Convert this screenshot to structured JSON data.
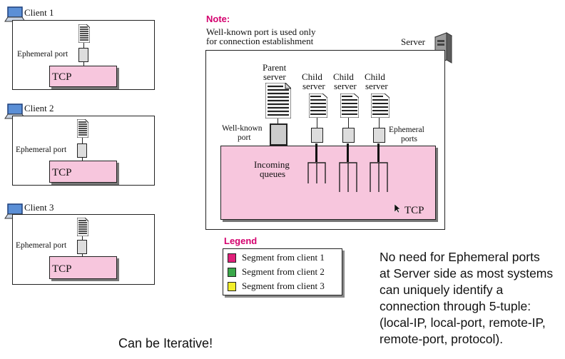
{
  "clients": [
    {
      "name": "Client 1",
      "port_label": "Ephemeral port",
      "tcp_label": "TCP"
    },
    {
      "name": "Client 2",
      "port_label": "Ephemeral port",
      "tcp_label": "TCP"
    },
    {
      "name": "Client 3",
      "port_label": "Ephemeral port",
      "tcp_label": "TCP"
    }
  ],
  "note": {
    "title": "Note:",
    "line1": "Well-known port is used only",
    "line2": "for connection establishment"
  },
  "server": {
    "label": "Server",
    "parent_line1": "Parent",
    "parent_line2": "server",
    "child_line1": "Child",
    "child_line2": "server",
    "well_known_line1": "Well-known",
    "well_known_line2": "port",
    "ephemeral_line1": "Ephemeral",
    "ephemeral_line2": "ports",
    "incoming_line1": "Incoming",
    "incoming_line2": "queues",
    "tcp_label": "TCP"
  },
  "legend": {
    "title": "Legend",
    "items": [
      {
        "label": "Segment from client 1",
        "color": "#e0207a"
      },
      {
        "label": "Segment from client 2",
        "color": "#3aa84a"
      },
      {
        "label": "Segment from client 3",
        "color": "#f2ee2a"
      }
    ]
  },
  "side_note": {
    "line1": "No need for Ephemeral ports",
    "line2": "at Server side as most systems",
    "line3": "can uniquely identify a",
    "line4": "connection through 5-tuple:",
    "line5": "(local-IP, local-port, remote-IP,",
    "line6": "remote-port, protocol)."
  },
  "bottom_note": "Can be Iterative!",
  "colors": {
    "tcp_fill": "#f7c6dd",
    "note_title": "#d4006e",
    "legend_title": "#d4006e"
  }
}
